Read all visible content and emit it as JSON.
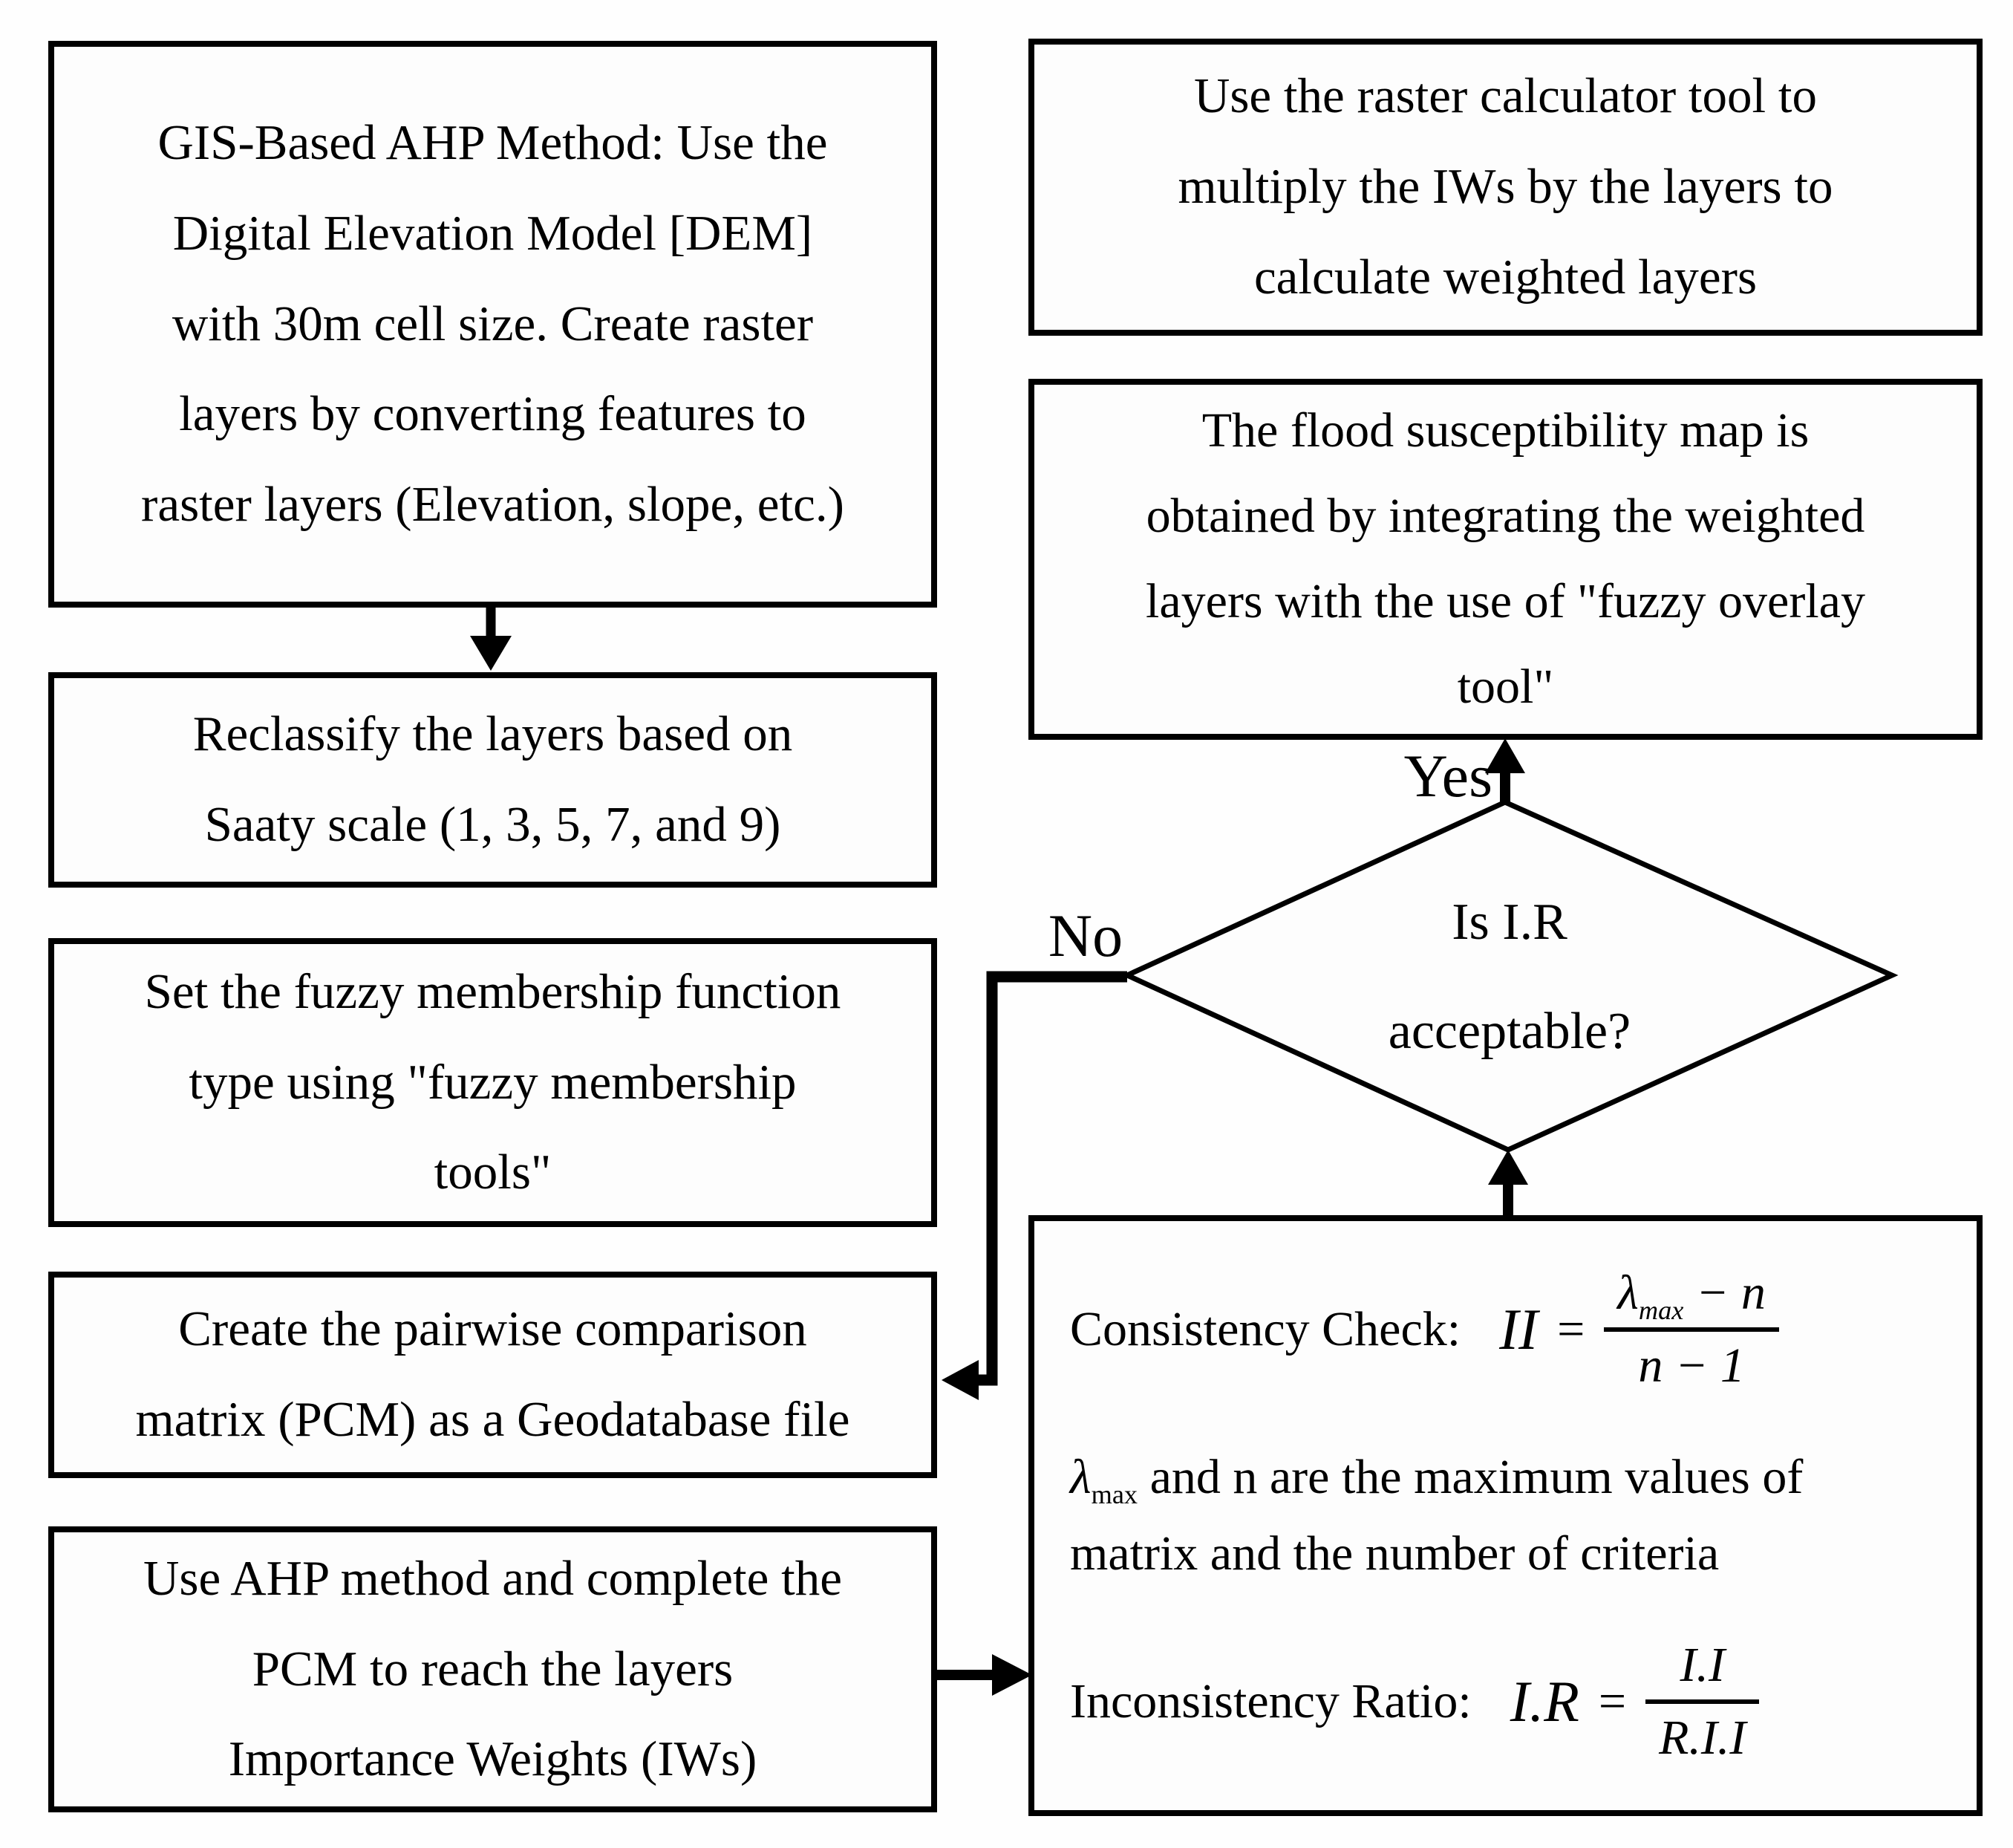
{
  "colors": {
    "background": "#ffffff",
    "line": "#000000",
    "text": "#000000"
  },
  "flowchart": {
    "left_column": {
      "gis_box": "GIS-Based AHP Method: Use the\nDigital Elevation Model [DEM]\nwith 30m cell size. Create raster\nlayers by converting features to\nraster layers (Elevation, slope, etc.)",
      "reclassify_box": "Reclassify the layers based on\nSaaty scale (1, 3, 5, 7, and 9)",
      "fuzzy_membership_box": "Set the fuzzy membership function\ntype using \"fuzzy membership\ntools\"",
      "pcm_box": "Create the pairwise comparison\nmatrix (PCM) as a Geodatabase file",
      "ahp_weights_box": "Use AHP method and complete the\nPCM to reach the layers\nImportance Weights (IWs)"
    },
    "right_column": {
      "raster_calculator_box": "Use the raster calculator tool to\nmultiply the IWs by the layers to\ncalculate weighted layers",
      "flood_map_box": "The flood susceptibility map is\nobtained by integrating the weighted\nlayers with the use of \"fuzzy overlay\ntool\"",
      "decision": {
        "text": "Is I.R\nacceptable?",
        "yes": "Yes",
        "no": "No"
      },
      "consistency_box": {
        "check_label": "Consistency Check:",
        "check_lhs": "II",
        "check_equals": "=",
        "check_num_lambda": "λ",
        "check_num_sub": "max",
        "check_num_tail": " − n",
        "check_den": "n − 1",
        "note_lambda": "λ",
        "note_sub": "max",
        "note_line1_rest": " and n are the maximum values of",
        "note_line2": "matrix and the number of criteria",
        "ratio_label": "Inconsistency Ratio:",
        "ratio_lhs": "I.R",
        "ratio_equals": "=",
        "ratio_num": "I.I",
        "ratio_den": "R.I.I"
      }
    }
  }
}
